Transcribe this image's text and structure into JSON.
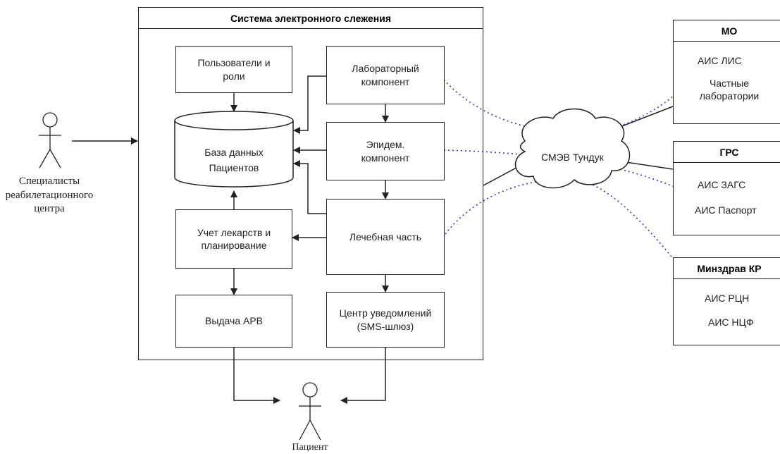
{
  "system": {
    "title": "Система электронного слежения",
    "users_roles": "Пользователи и\nроли",
    "lab_component": "Лабораторный\nкомпонент",
    "db": "База данных\nПациентов",
    "epidem": "Эпидем.\nкомпонент",
    "drugs": "Учет лекарств и\nпланирование",
    "treatment": "Лечебная часть",
    "arv": "Выдача АРВ",
    "notify": "Центр уведомлений\n(SMS-шлюз)"
  },
  "actors": {
    "specialists": "Специалисты\nреабилетационного\nцентра",
    "patient": "Пациент"
  },
  "cloud": {
    "label": "СМЭВ Тундук"
  },
  "external": {
    "mo": {
      "title": "МО",
      "item1": "АИС ЛИС",
      "item2": "Частные\nлаборатории"
    },
    "grs": {
      "title": "ГРС",
      "item1": "АИС ЗАГС",
      "item2": "АИС Паспорт"
    },
    "minzdrav": {
      "title": "Минздрав КР",
      "item1": "АИС РЦН",
      "item2": "АИС НЦФ"
    }
  },
  "colors": {
    "line": "#222222",
    "dotted": "#3333cc"
  }
}
